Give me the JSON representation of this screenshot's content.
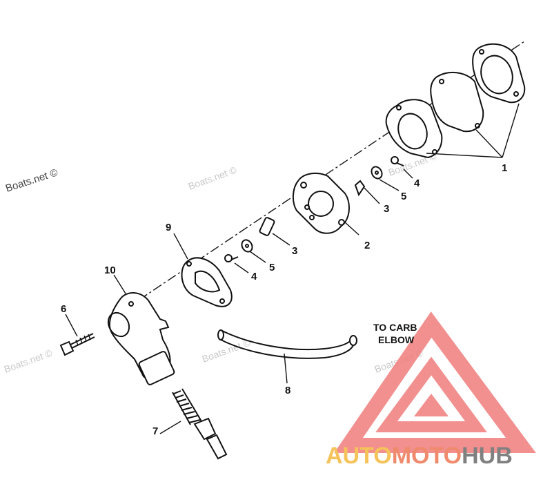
{
  "callout_lines": [
    "TO CARB",
    "ELBOW"
  ],
  "part_numbers": {
    "p1": "1",
    "p2": "2",
    "p3a": "3",
    "p3b": "3",
    "p4a": "4",
    "p4b": "4",
    "p5a": "5",
    "p5b": "5",
    "p6": "6",
    "p7": "7",
    "p8": "8",
    "p9": "9",
    "p10": "10"
  },
  "watermarks": {
    "boats_dark": "Boats.net ©",
    "boats_light": "Boats.net ©"
  },
  "brand": {
    "auto": "AUTO",
    "moto": "MOTO",
    "hub": "HUB",
    "color_auto": "#f5c35a",
    "color_moto": "#f08a6c",
    "color_hub": "#808080",
    "logo_color": "#f07b7b"
  }
}
